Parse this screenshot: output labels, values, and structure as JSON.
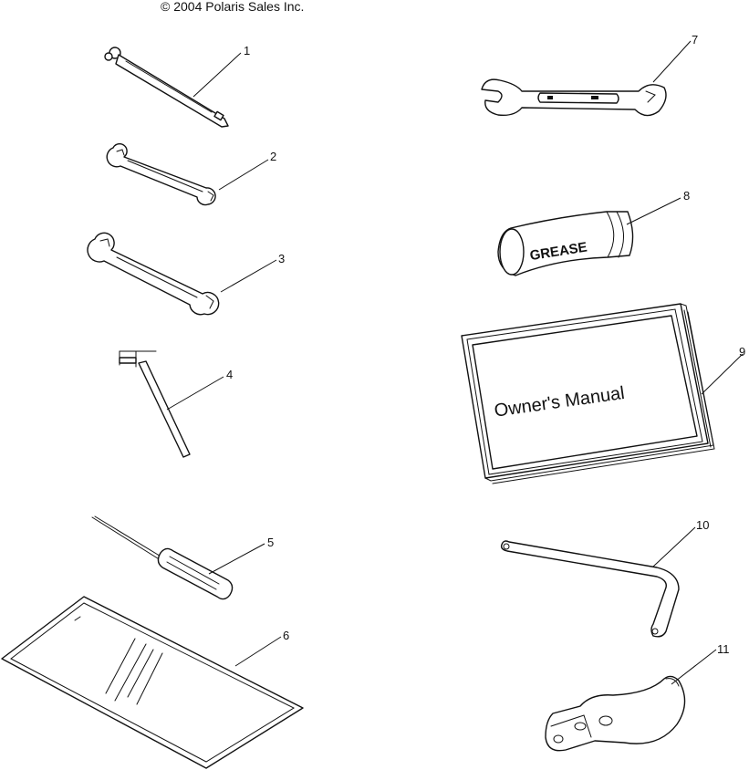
{
  "copyright": "© 2004 Polaris Sales Inc.",
  "callouts": [
    "1",
    "2",
    "3",
    "4",
    "5",
    "6",
    "7",
    "8",
    "9",
    "10",
    "11"
  ],
  "item_labels": {
    "grease": "GREASE",
    "owners_manual": "Owner's Manual"
  }
}
